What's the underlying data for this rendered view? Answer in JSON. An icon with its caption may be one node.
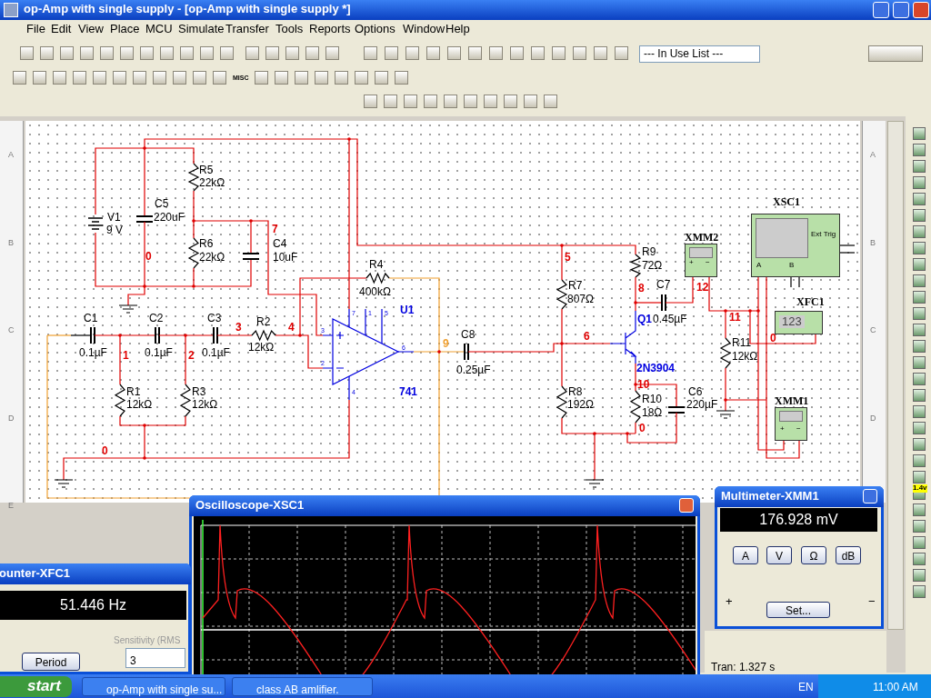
{
  "diagram": {
    "title": "op-Amp with single supply - [op-Amp with single supply *]",
    "nodes": [
      {
        "text": [
          "XSC1"
        ]
      },
      {
        "text": [
          "XMM2"
        ]
      },
      {
        "text": [
          "XFC1",
          "123"
        ]
      },
      {
        "text": [
          "XMM1"
        ]
      },
      {
        "text": [
          "Multimeter-XMM1"
        ]
      },
      {
        "text": [
          "Oscilloscope-XSC1"
        ]
      },
      {
        "text": [
          "ounter-XFC1"
        ]
      }
    ],
    "edges": [
      {
        "from": 0,
        "to": 3,
        "arrow": "none"
      },
      {
        "from": 0,
        "to": 3,
        "arrow": "none"
      }
    ],
    "labels": [
      "File",
      "Edit",
      "View",
      "Place",
      "MCU",
      "Simulate",
      "Transfer",
      "Tools",
      "Reports",
      "Options",
      "Window",
      "Help",
      "--- In Use List ---",
      "MISC",
      "A",
      "B",
      "C",
      "D",
      "E",
      "A",
      "B",
      "C",
      "D",
      "V1",
      "9 V",
      "C5",
      "220uF",
      "0",
      "R5",
      "22kΩ",
      "R6",
      "22kΩ",
      "C4",
      "10uF",
      "7",
      "R4",
      "400kΩ",
      "U1",
      "7",
      "1",
      "5",
      "3",
      "2",
      "6",
      "4",
      "C1",
      "0.1µF",
      "C2",
      "0.1µF",
      "C3",
      "0.1µF",
      "3",
      "R2",
      "12kΩ",
      "4",
      "1",
      "2",
      "R1",
      "12kΩ",
      "R3",
      "12kΩ",
      "741",
      "0",
      "9",
      "C8",
      "0.25µF",
      "5",
      "R9",
      "72Ω",
      "R7",
      "807Ω",
      "8",
      "C7",
      "Q1",
      "0.45µF",
      "6",
      "2N3904",
      "10",
      "R8",
      "192Ω",
      "R10",
      "18Ω",
      "0",
      "C6",
      "220µF",
      "12",
      "11",
      "0",
      "R11",
      "12kΩ",
      "Ext Trig",
      "A",
      "B",
      "+",
      "−",
      "+",
      "−",
      "51.446 Hz",
      "Sensitivity (RMS",
      "Period",
      "3",
      "176.928 mV",
      "A",
      "V",
      "Ω",
      "dB",
      "Set...",
      "+",
      "−",
      "Tran: 1.327 s",
      "1.4v",
      "start",
      "op-Amp with single su...",
      "class AB amlifier.",
      "EN",
      "11:00 AM"
    ]
  }
}
